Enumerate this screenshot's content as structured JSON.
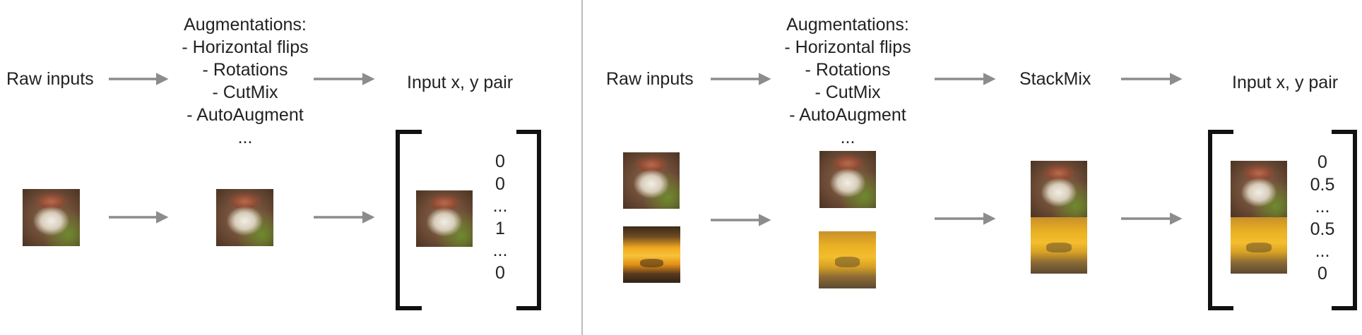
{
  "left": {
    "raw_label": "Raw inputs",
    "augmentations": [
      "Augmentations:",
      "- Horizontal flips",
      "- Rotations",
      "- CutMix",
      "- AutoAugment",
      "..."
    ],
    "pair_label": "Input x, y pair",
    "label_vector": [
      "0",
      "0",
      "...",
      "1",
      "...",
      "0"
    ]
  },
  "right": {
    "raw_label": "Raw inputs",
    "augmentations": [
      "Augmentations:",
      "- Horizontal flips",
      "- Rotations",
      "- CutMix",
      "- AutoAugment",
      "..."
    ],
    "stackmix_label": "StackMix",
    "pair_label": "Input x, y pair",
    "label_vector": [
      "0",
      "0.5",
      "...",
      "0.5",
      "...",
      "0"
    ]
  },
  "colors": {
    "arrow": "#8c8c8c",
    "bracket": "#111111",
    "divider": "#bdbdbd"
  }
}
